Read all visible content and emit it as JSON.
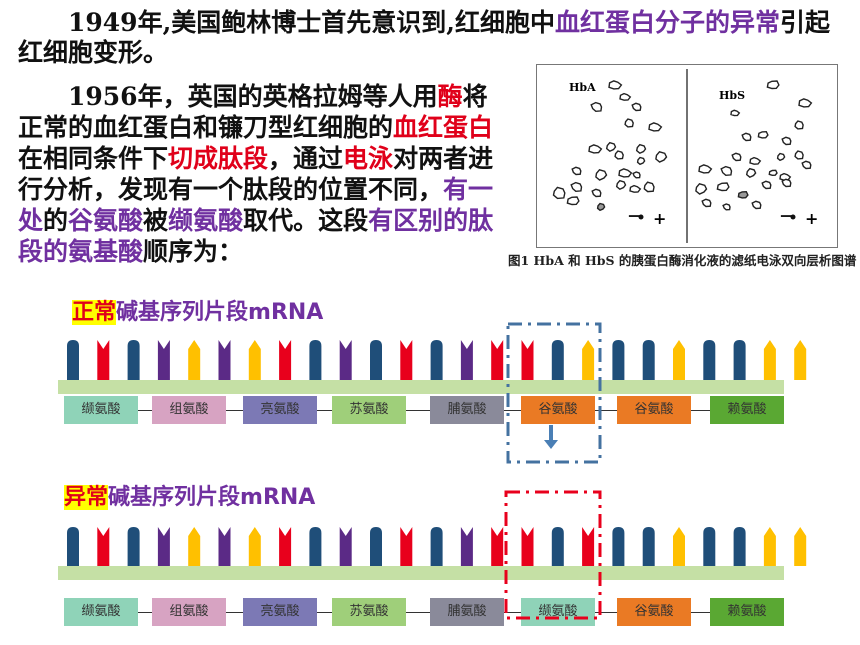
{
  "paragraph1": {
    "part1": "1949年,美国鲍林博士首先意识到,红细胞中",
    "highlight": "血红蛋白分子的异常",
    "part2": "引起红细胞变形。"
  },
  "paragraph2": {
    "s1": "1956年，英国的英格拉姆等人用",
    "r1": "酶",
    "s2": "将正常的血红蛋白和镰刀型红细胞的",
    "r2": "血红蛋白",
    "s3": "在相同条件下",
    "r3": "切成肽段",
    "s4": "，通过",
    "r4": "电泳",
    "s5": "对两者进行分析，发现有一个肽段的位置不同，",
    "p1": "有一处",
    "s6": "的",
    "r5": "谷氨酸",
    "s7": "被",
    "r6": "缬氨酸",
    "s8": "取代。这段",
    "r7": "有区别的肽段的氨基酸",
    "s9": "顺序为："
  },
  "figure": {
    "left_label": "HbA",
    "right_label": "HbS",
    "minus": "－",
    "plus": "+",
    "caption": "图1  HbA 和 HbS 的胰蛋白酶消化液的滤纸电泳双向层析图谱"
  },
  "normal": {
    "title_hl": "正常",
    "title_rest": "碱基序列片段mRNA",
    "bases": [
      "blue",
      "red",
      "blue",
      "purple",
      "yellow",
      "purple",
      "yellow",
      "red",
      "blue",
      "purple",
      "blue",
      "red",
      "blue",
      "purple",
      "red",
      "red",
      "blue",
      "yellow",
      "blue",
      "blue",
      "yellow",
      "blue",
      "blue",
      "yellow",
      "yellow"
    ],
    "amino_acids": [
      {
        "name": "缬氨酸",
        "color": "#8fd3b8"
      },
      {
        "name": "组氨酸",
        "color": "#d7a3c2"
      },
      {
        "name": "亮氨酸",
        "color": "#7c79b5"
      },
      {
        "name": "苏氨酸",
        "color": "#9fcf7a"
      },
      {
        "name": "脯氨酸",
        "color": "#8a8a9a"
      },
      {
        "name": "谷氨酸",
        "color": "#ea7a24"
      },
      {
        "name": "谷氨酸",
        "color": "#ea7a24"
      },
      {
        "name": "赖氨酸",
        "color": "#5aa833"
      }
    ]
  },
  "mutant": {
    "title_hl": "异常",
    "title_rest": "碱基序列片段mRNA",
    "bases": [
      "blue",
      "red",
      "blue",
      "purple",
      "yellow",
      "purple",
      "yellow",
      "red",
      "blue",
      "purple",
      "blue",
      "red",
      "blue",
      "purple",
      "red",
      "red",
      "blue",
      "red",
      "blue",
      "blue",
      "yellow",
      "blue",
      "blue",
      "yellow",
      "yellow"
    ],
    "amino_acids": [
      {
        "name": "缬氨酸",
        "color": "#8fd3b8"
      },
      {
        "name": "组氨酸",
        "color": "#d7a3c2"
      },
      {
        "name": "亮氨酸",
        "color": "#7c79b5"
      },
      {
        "name": "苏氨酸",
        "color": "#9fcf7a"
      },
      {
        "name": "脯氨酸",
        "color": "#8a8a9a"
      },
      {
        "name": "缬氨酸",
        "color": "#8fd3b8"
      },
      {
        "name": "谷氨酸",
        "color": "#ea7a24"
      },
      {
        "name": "赖氨酸",
        "color": "#5aa833"
      }
    ]
  },
  "colors": {
    "blue": "#1f4e79",
    "red": "#e8001c",
    "purple": "#5b2a86",
    "yellow": "#ffc000",
    "strand": "#c5e0a5",
    "normal_box": "#4472a0",
    "mutant_box": "#e8001c"
  }
}
